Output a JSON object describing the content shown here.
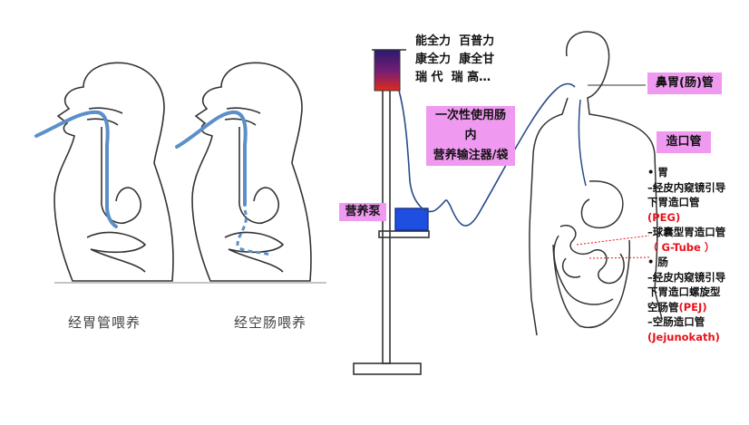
{
  "captions": {
    "gastric": "经胃管喂养",
    "jejunal": "经空肠喂养"
  },
  "brands": {
    "row1_a": "能全力",
    "row1_b": "百普力",
    "row2_a": "康全力",
    "row2_b": "康全甘",
    "row3_a": "瑞  代",
    "row3_b": "瑞  高…"
  },
  "labels": {
    "disposable_set_line1": "一次性使用肠",
    "disposable_set_line2": "内",
    "disposable_set_line3": "营养输注器/袋",
    "pump": "营养泵",
    "nasogastric": "鼻胃(肠)管",
    "ostomy": "造口管"
  },
  "routes": {
    "stomach_header": "• 胃",
    "peg_line1": "–经皮内窥镜引导",
    "peg_line2": "下胃造口管",
    "peg_abbr": "(PEG)",
    "gtube_line1": "–球囊型胃造口管",
    "gtube_abbr": "（ G-Tube ）",
    "intestine_header": "• 肠",
    "pej_line1": "–经皮内窥镜引导",
    "pej_line2": "下胃造口螺旋型",
    "pej_line3": "空肠管",
    "pej_abbr": "(PEJ)",
    "jej_line1": "–空肠造口管",
    "jej_abbr": "(Jejunokath)"
  },
  "colors": {
    "label_bg": "#ef9af0",
    "tube_blue": "#5b8fc9",
    "pump_blue": "#1f4fe0",
    "abbr_red": "#e8121a",
    "bag_top": "#2a1a6e",
    "bag_bottom": "#e02a1a"
  },
  "icons": [
    "head-silhouette",
    "iv-stand",
    "feeding-bag",
    "pump-box",
    "body-outline"
  ]
}
